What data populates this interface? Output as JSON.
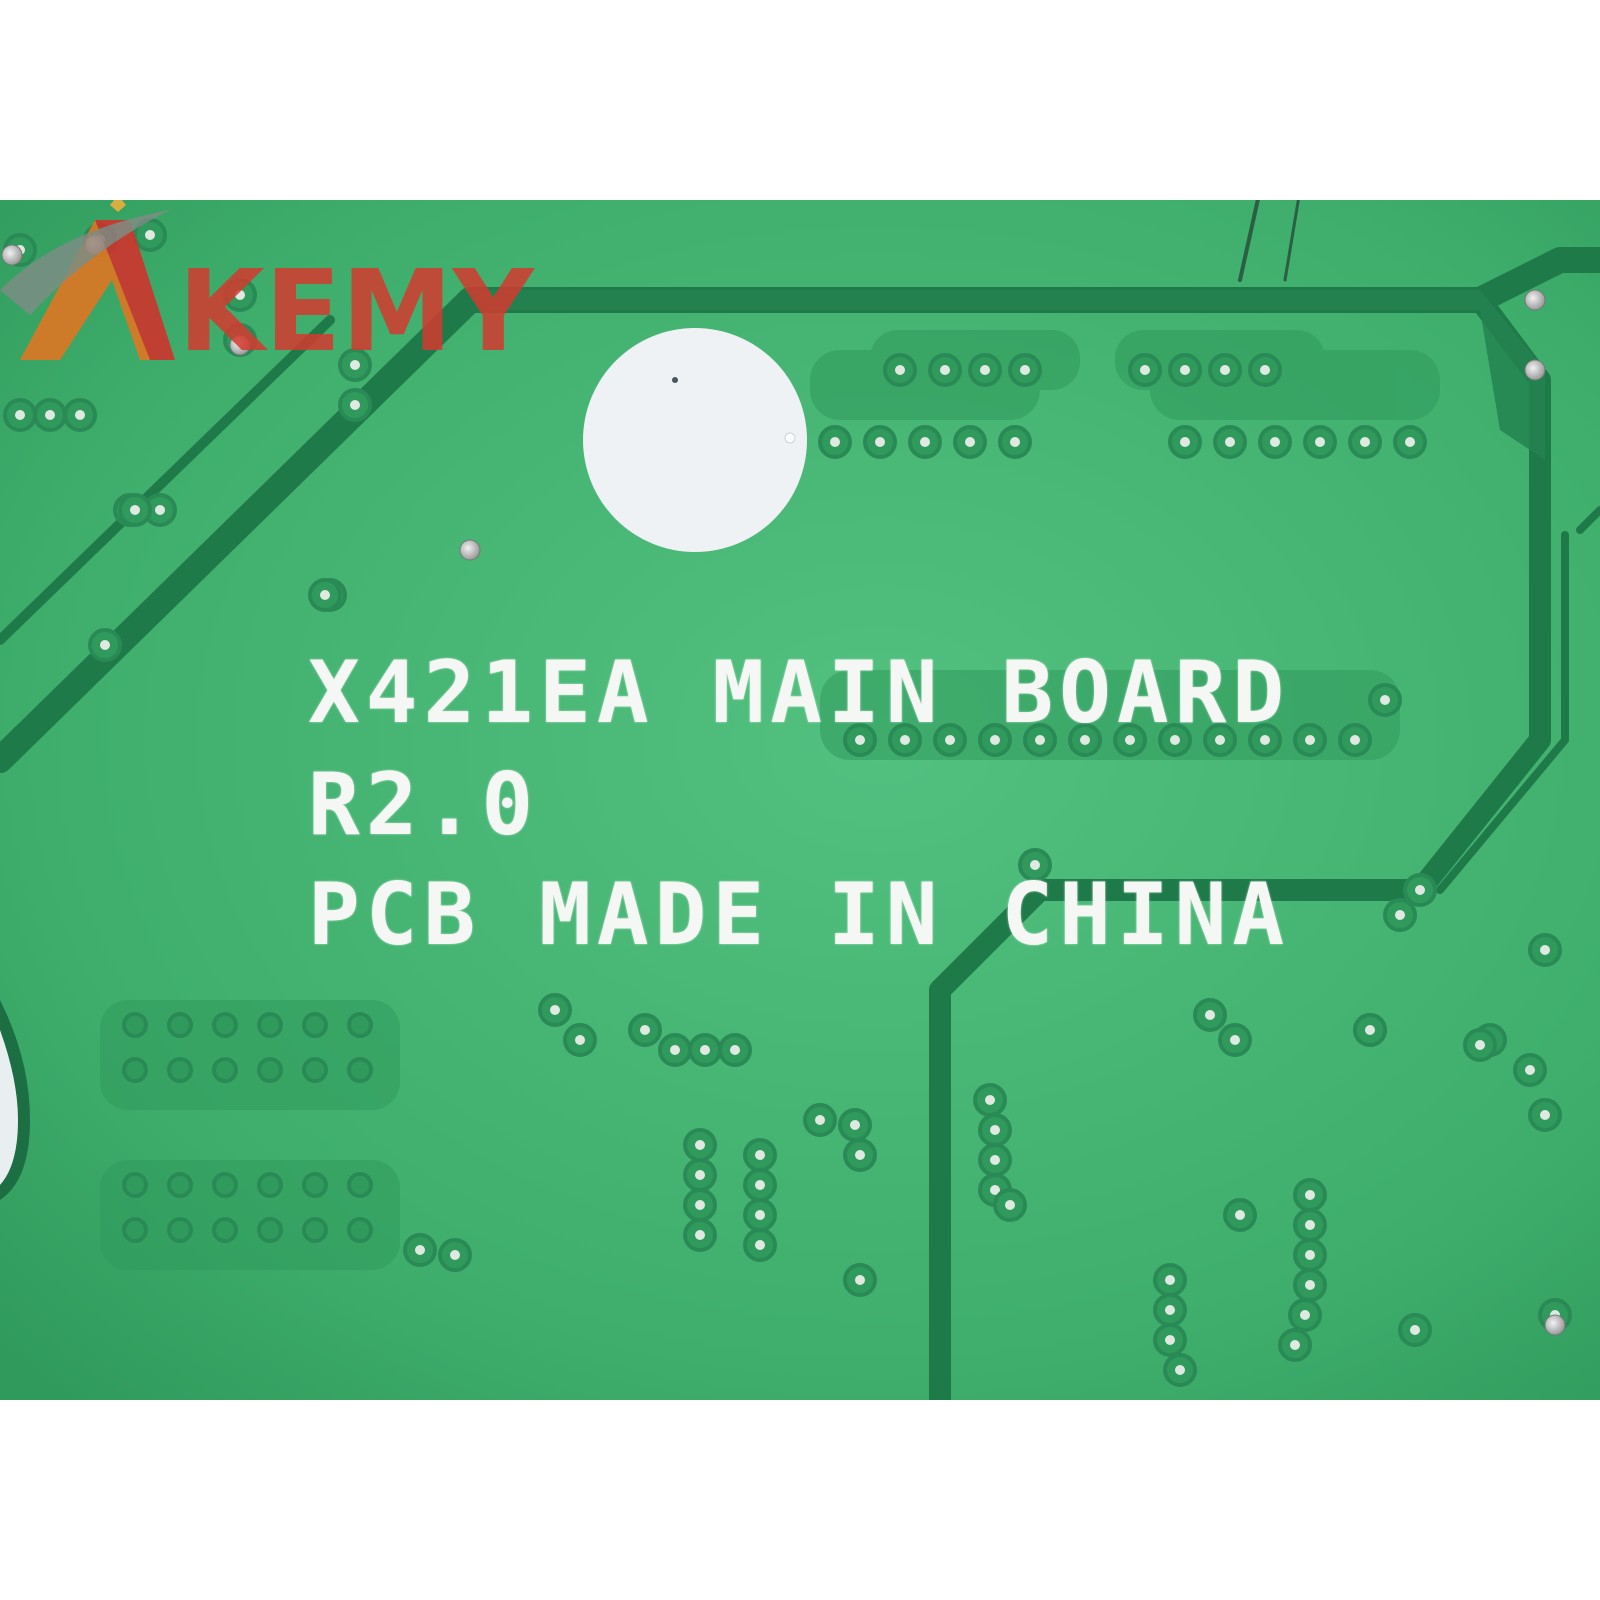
{
  "board_markings": {
    "line_1": "X421EA MAIN BOARD",
    "line_2": "R2.0",
    "line_3": "PCB MADE IN CHINA"
  },
  "watermark": {
    "text": "AKEMY",
    "colors": {
      "a_orange": "#e8741f",
      "a_red": "#d6262b",
      "swoosh_gray": "#8a8a8a",
      "letters": "#d43a2f"
    }
  },
  "colors": {
    "board_green": "#3fae6c",
    "board_green_light": "#4fbe7c",
    "trace_dark": "#1f7a4a",
    "via_ring": "#2a8a56",
    "silkscreen": "#f4f7f3",
    "label_sticker": "#f1f4f6",
    "background": "#ffffff"
  }
}
